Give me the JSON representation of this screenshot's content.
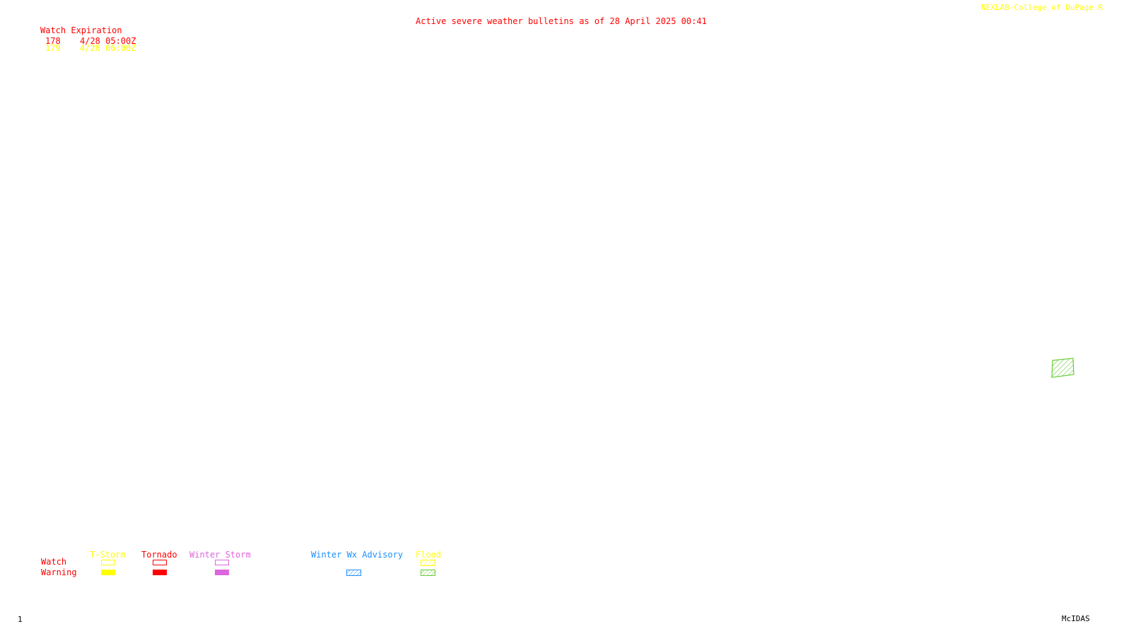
{
  "header": {
    "bulletin_title": "Active severe weather bulletins as of 28 April 2025 00:41",
    "credit": "NEXLAB-College of DuPage R"
  },
  "watch_table": {
    "heading": "Watch Expiration",
    "rows": [
      {
        "number": "178",
        "expiration": "4/28 05:00Z",
        "color": "#ff0000"
      },
      {
        "number": "179",
        "expiration": "4/28 06:00Z",
        "color": "#ffff00"
      }
    ]
  },
  "legend": {
    "row_labels": {
      "watch": "Watch",
      "warning": "Warning"
    },
    "categories": [
      {
        "name": "T-Storm",
        "color": "#ffff00",
        "watch_style": "outline",
        "warning_style": "filled"
      },
      {
        "name": "Tornado",
        "color": "#ff0000",
        "watch_style": "outline",
        "warning_style": "filled"
      },
      {
        "name": "Winter Storm",
        "color": "#dd66dd",
        "watch_style": "outline",
        "warning_style": "filled"
      },
      {
        "name": "Winter Wx Advisory",
        "color": "#1e90ff",
        "watch_style": "none",
        "warning_style": "hatched"
      },
      {
        "name": "Flood",
        "color": "#ffff00",
        "warning_color": "#66cc33",
        "watch_style": "hatched",
        "warning_style": "hatched"
      }
    ]
  },
  "map": {
    "active_areas": [
      {
        "type": "Flood Warning",
        "color": "#66cc33",
        "style": "hatched"
      }
    ]
  },
  "footer": {
    "frame_number": "1",
    "software": "McIDAS"
  },
  "colors": {
    "red": "#ff0000",
    "yellow": "#ffff00",
    "background": "#ffffff",
    "text_dark": "#000000"
  }
}
